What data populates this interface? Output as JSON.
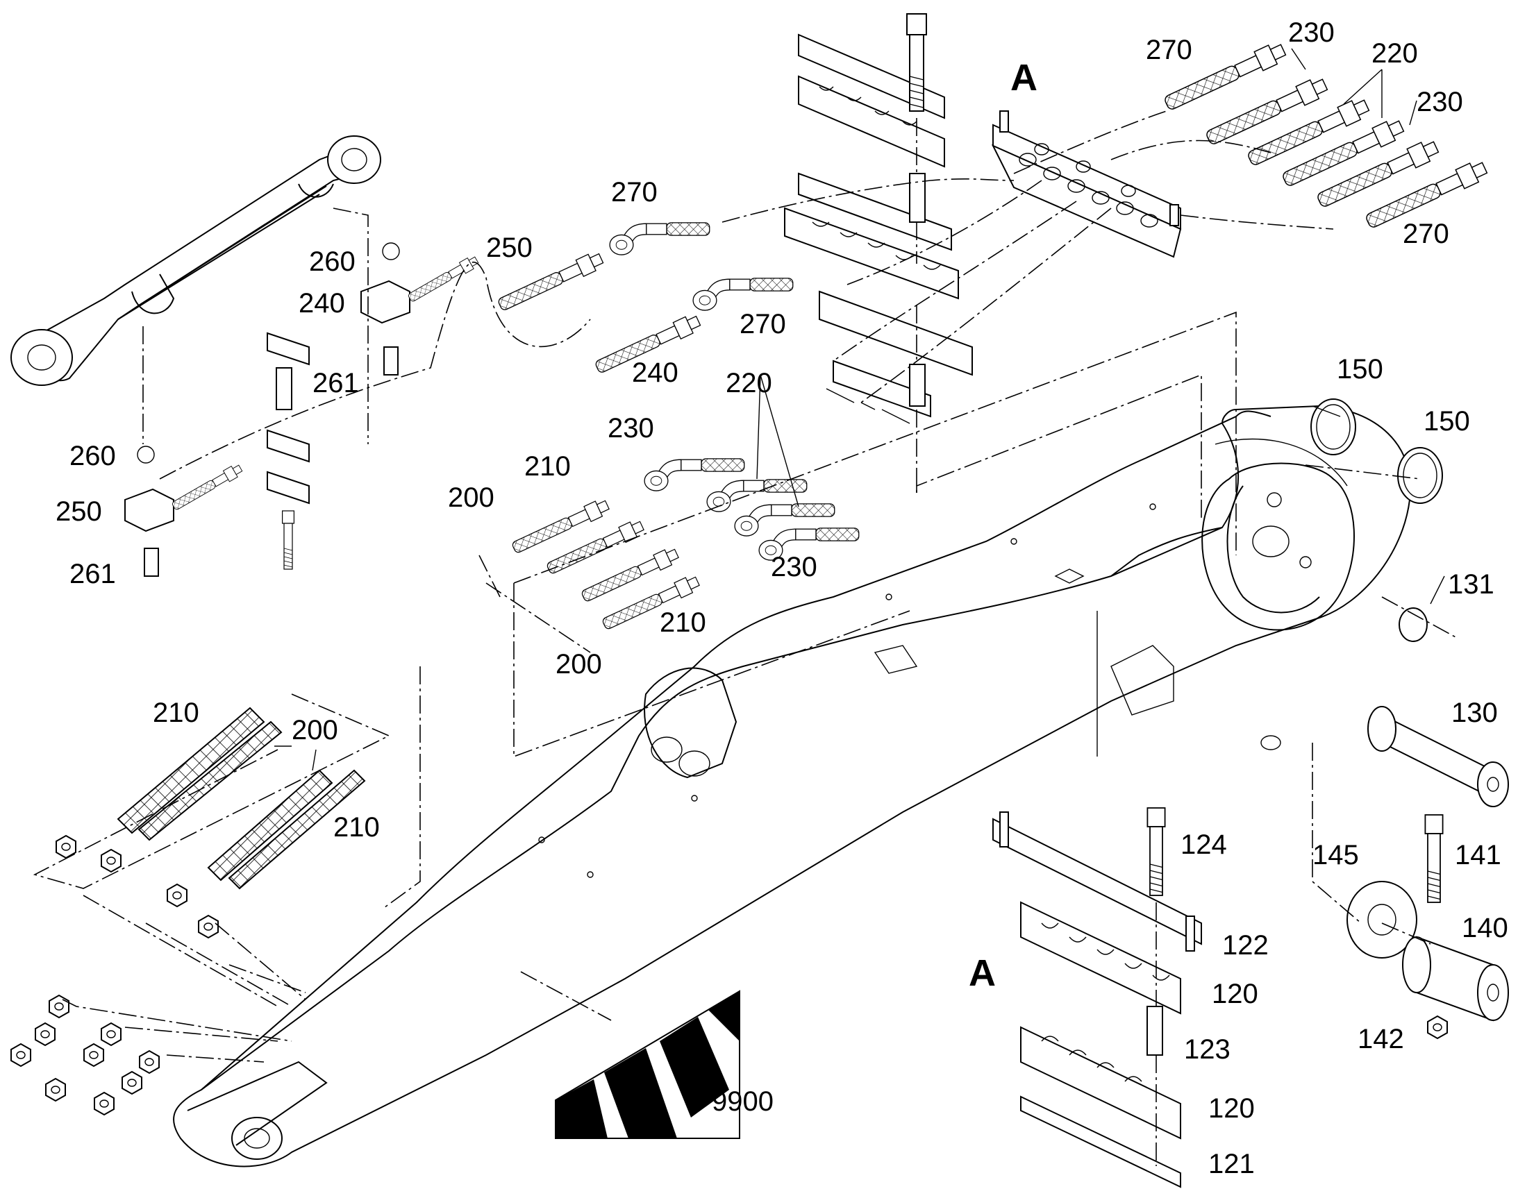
{
  "figure": {
    "detail_label": "A",
    "reference_number": "9900"
  },
  "callouts": [
    {
      "id": "c270a",
      "text": "270"
    },
    {
      "id": "c230a",
      "text": "230"
    },
    {
      "id": "c220a",
      "text": "220"
    },
    {
      "id": "c230b",
      "text": "230"
    },
    {
      "id": "c270b",
      "text": "270"
    },
    {
      "id": "c270c",
      "text": "270"
    },
    {
      "id": "c250a",
      "text": "250"
    },
    {
      "id": "c270d",
      "text": "270"
    },
    {
      "id": "c240a",
      "text": "240"
    },
    {
      "id": "c260a",
      "text": "260"
    },
    {
      "id": "c240b",
      "text": "240"
    },
    {
      "id": "c261a",
      "text": "261"
    },
    {
      "id": "c220b",
      "text": "220"
    },
    {
      "id": "c230c",
      "text": "230"
    },
    {
      "id": "c210a",
      "text": "210"
    },
    {
      "id": "c200a",
      "text": "200"
    },
    {
      "id": "c230d",
      "text": "230"
    },
    {
      "id": "c210b",
      "text": "210"
    },
    {
      "id": "c200b",
      "text": "200"
    },
    {
      "id": "c260b",
      "text": "260"
    },
    {
      "id": "c250b",
      "text": "250"
    },
    {
      "id": "c261b",
      "text": "261"
    },
    {
      "id": "c150a",
      "text": "150"
    },
    {
      "id": "c150b",
      "text": "150"
    },
    {
      "id": "c131",
      "text": "131"
    },
    {
      "id": "c130",
      "text": "130"
    },
    {
      "id": "c210c",
      "text": "210"
    },
    {
      "id": "c200c",
      "text": "200"
    },
    {
      "id": "c210d",
      "text": "210"
    },
    {
      "id": "c124",
      "text": "124"
    },
    {
      "id": "c145",
      "text": "145"
    },
    {
      "id": "c141",
      "text": "141"
    },
    {
      "id": "c140",
      "text": "140"
    },
    {
      "id": "c122",
      "text": "122"
    },
    {
      "id": "c120a",
      "text": "120"
    },
    {
      "id": "c123",
      "text": "123"
    },
    {
      "id": "c120b",
      "text": "120"
    },
    {
      "id": "c121",
      "text": "121"
    },
    {
      "id": "c142",
      "text": "142"
    }
  ]
}
